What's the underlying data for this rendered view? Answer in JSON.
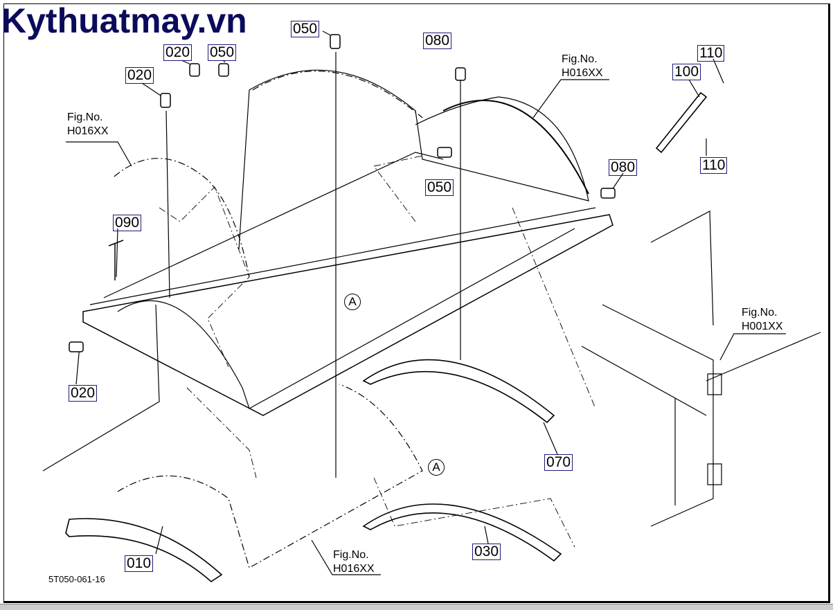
{
  "watermark": "Kythuatmay.vn",
  "drawing_code": "5T050-061-16",
  "part_labels": [
    "020",
    "050",
    "050",
    "080",
    "110",
    "100",
    "020",
    "050",
    "080",
    "110",
    "090",
    "020",
    "070",
    "010",
    "030"
  ],
  "fig_refs": [
    {
      "line1": "Fig.No.",
      "line2": "H016XX"
    },
    {
      "line1": "Fig.No.",
      "line2": "H016XX"
    },
    {
      "line1": "Fig.No.",
      "line2": "H001XX"
    },
    {
      "line1": "Fig.No.",
      "line2": "H016XX"
    }
  ],
  "detail_marks": [
    "A",
    "A"
  ]
}
